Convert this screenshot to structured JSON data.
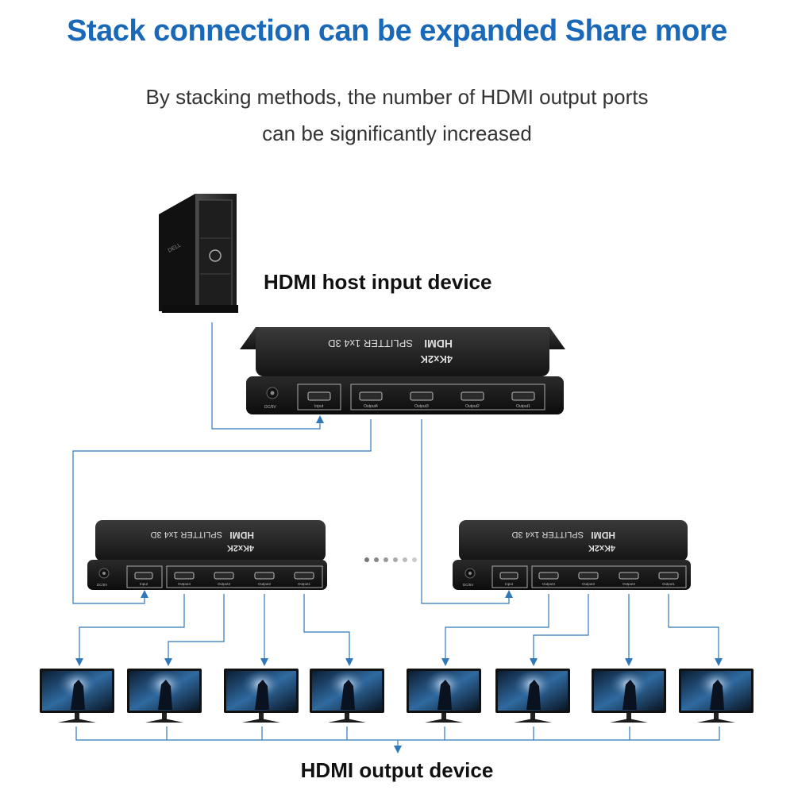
{
  "title": "Stack connection can be expanded Share more",
  "subtitle_line1": "By stacking methods, the number of HDMI output ports",
  "subtitle_line2": "can be significantly increased",
  "host_label": "HDMI host input device",
  "output_label": "HDMI output device",
  "splitter": {
    "brand": "HDMI",
    "model": "SPLITTER 1x4 3D",
    "resolution": "4Kx2K",
    "power_label": "DC/5V",
    "input_label": "Input",
    "output_labels": [
      "Output4",
      "Output3",
      "Output2",
      "Output1"
    ]
  },
  "pc_brand": "DELL",
  "colors": {
    "title": "#1a69b8",
    "line": "#2f78b9",
    "device": "#1b1b1b"
  },
  "monitor_count": 8
}
